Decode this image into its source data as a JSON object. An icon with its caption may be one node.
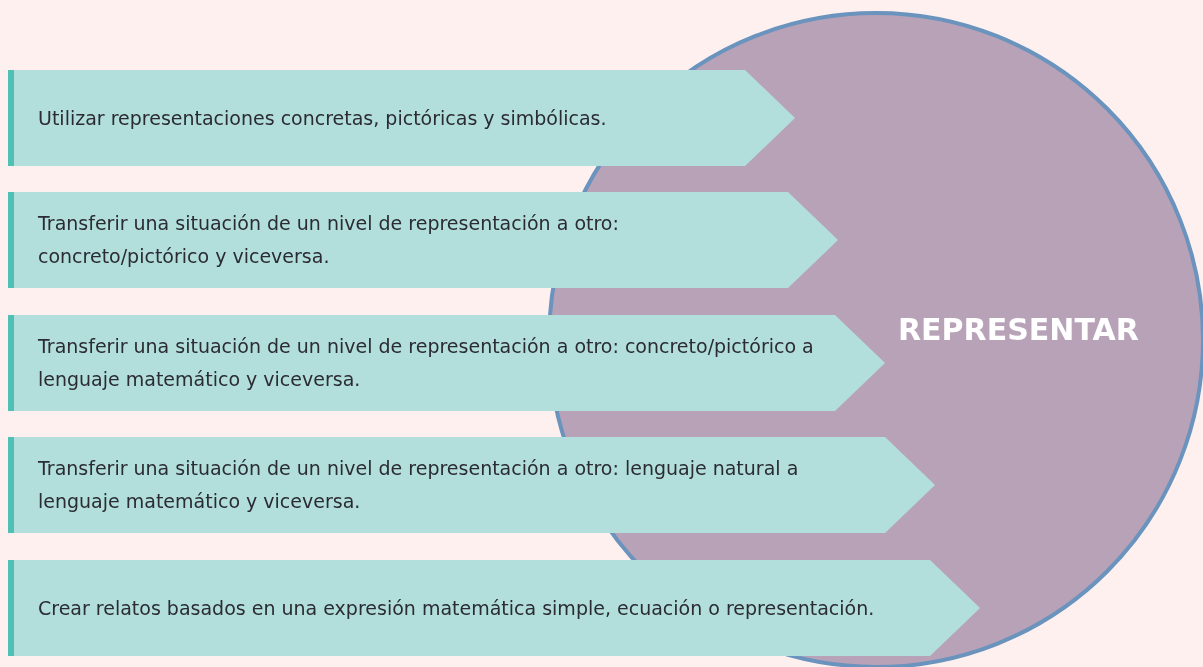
{
  "diagram": {
    "nodes": [
      {
        "text": [
          "Utilizar representaciones concretas, pictóricas y simbólicas."
        ]
      },
      {
        "text": [
          "Transferir una situación de un nivel de representación a otro: concreto/pictórico y viceversa."
        ]
      },
      {
        "text": [
          "Transferir una situación de un nivel de representación a otro: concreto/pictórico a lenguaje matemático y viceversa."
        ]
      },
      {
        "text": [
          "Transferir una situación de un nivel de representación a otro: lenguaje natural a lenguaje matemático y viceversa."
        ]
      },
      {
        "text": [
          "Crear relatos basados en una expresión matemática simple, ecuación o representación."
        ]
      },
      {
        "text": [
          "REPRESENTAR"
        ]
      }
    ]
  }
}
